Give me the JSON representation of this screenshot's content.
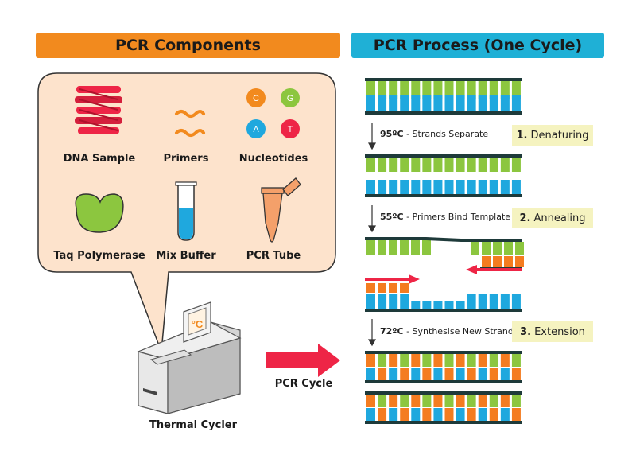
{
  "left_panel": {
    "title": "PCR Components",
    "components": [
      {
        "label": "DNA Sample"
      },
      {
        "label": "Primers"
      },
      {
        "label": "Nucleotides"
      },
      {
        "label": "Taq Polymerase"
      },
      {
        "label": "Mix Buffer"
      },
      {
        "label": "PCR Tube"
      }
    ],
    "nucleotides": [
      "C",
      "G",
      "A",
      "T"
    ],
    "thermal_cycler_label": "Thermal Cycler",
    "display_symbol": "°C",
    "arrow_label": "PCR Cycle"
  },
  "right_panel": {
    "title": "PCR Process (One Cycle)",
    "steps": [
      {
        "temperature": "95ºC",
        "description": " - Strands Separate",
        "number": "1.",
        "name": "Denaturing"
      },
      {
        "temperature": "55ºC",
        "description": " - Primers Bind Template",
        "number": "2.",
        "name": "Annealing"
      },
      {
        "temperature": "72ºC",
        "description": " - Synthesise New Strand",
        "number": "3.",
        "name": "Extension"
      }
    ]
  },
  "colors": {
    "orange_banner": "#f28a1e",
    "blue_banner": "#1fb0d6",
    "panel_fill": "#fde3cc",
    "green_base": "#8cc63f",
    "blue_base": "#1fa8de",
    "orange_base": "#f47c20",
    "red_primer": "#ee2546",
    "backbone": "#1e3a3a",
    "step_badge": "#f5f3c0"
  }
}
